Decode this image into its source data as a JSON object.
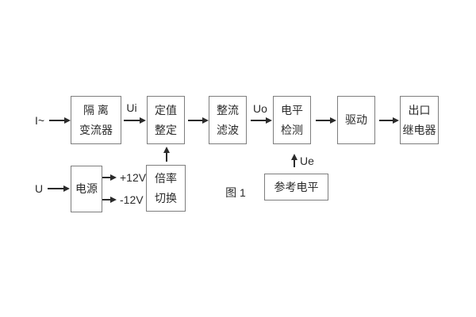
{
  "figure": {
    "caption": "图 1"
  },
  "blocks": [
    {
      "name": "isolation-transformer",
      "lines": [
        "隔 离",
        "变流器"
      ]
    },
    {
      "name": "setting-adjust",
      "lines": [
        "定值",
        "整定"
      ]
    },
    {
      "name": "rectify-filter",
      "lines": [
        "整流",
        "滤波"
      ]
    },
    {
      "name": "level-detect",
      "lines": [
        "电平",
        "检测"
      ]
    },
    {
      "name": "drive",
      "lines": [
        "驱动"
      ]
    },
    {
      "name": "output-relay",
      "lines": [
        "出口",
        "继电器"
      ]
    },
    {
      "name": "power-supply",
      "lines": [
        "电源"
      ]
    },
    {
      "name": "ratio-switch",
      "lines": [
        "倍率",
        "切换"
      ]
    },
    {
      "name": "reference-level",
      "lines": [
        "参考电平"
      ]
    }
  ],
  "signal_labels": {
    "input_current": "I~",
    "input_voltage": "U",
    "ui": "Ui",
    "uo": "Uo",
    "ue": "Ue",
    "rail_pos": "+12V",
    "rail_neg": "-12V"
  },
  "colors": {
    "background": "#ffffff",
    "box_border": "#7e7e7e",
    "line": "#2b2b2b",
    "text": "#2b2b2b"
  }
}
